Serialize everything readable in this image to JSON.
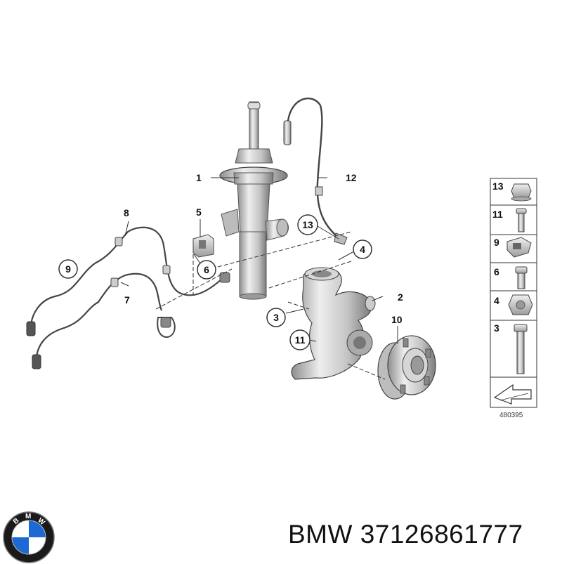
{
  "callouts": {
    "c1": "1",
    "c2": "2",
    "c3": "3",
    "c4": "4",
    "c5": "5",
    "c6": "6",
    "c7": "7",
    "c8": "8",
    "c9": "9",
    "c10": "10",
    "c11": "11",
    "c12": "12",
    "c13": "13"
  },
  "legend": {
    "items": [
      "13",
      "11",
      "9",
      "6",
      "4",
      "3"
    ],
    "diagram_id": "480395"
  },
  "brand": {
    "logo_letters": [
      "B",
      "M",
      "W"
    ],
    "logo_colors": {
      "ring": "#1a1a1a",
      "blue": "#1c69d4",
      "white": "#ffffff"
    }
  },
  "caption": {
    "text": "BMW 37126861777"
  },
  "colors": {
    "line": "#333333",
    "part_fill": "#e4e4e4",
    "part_dark": "#9a9a9a"
  }
}
